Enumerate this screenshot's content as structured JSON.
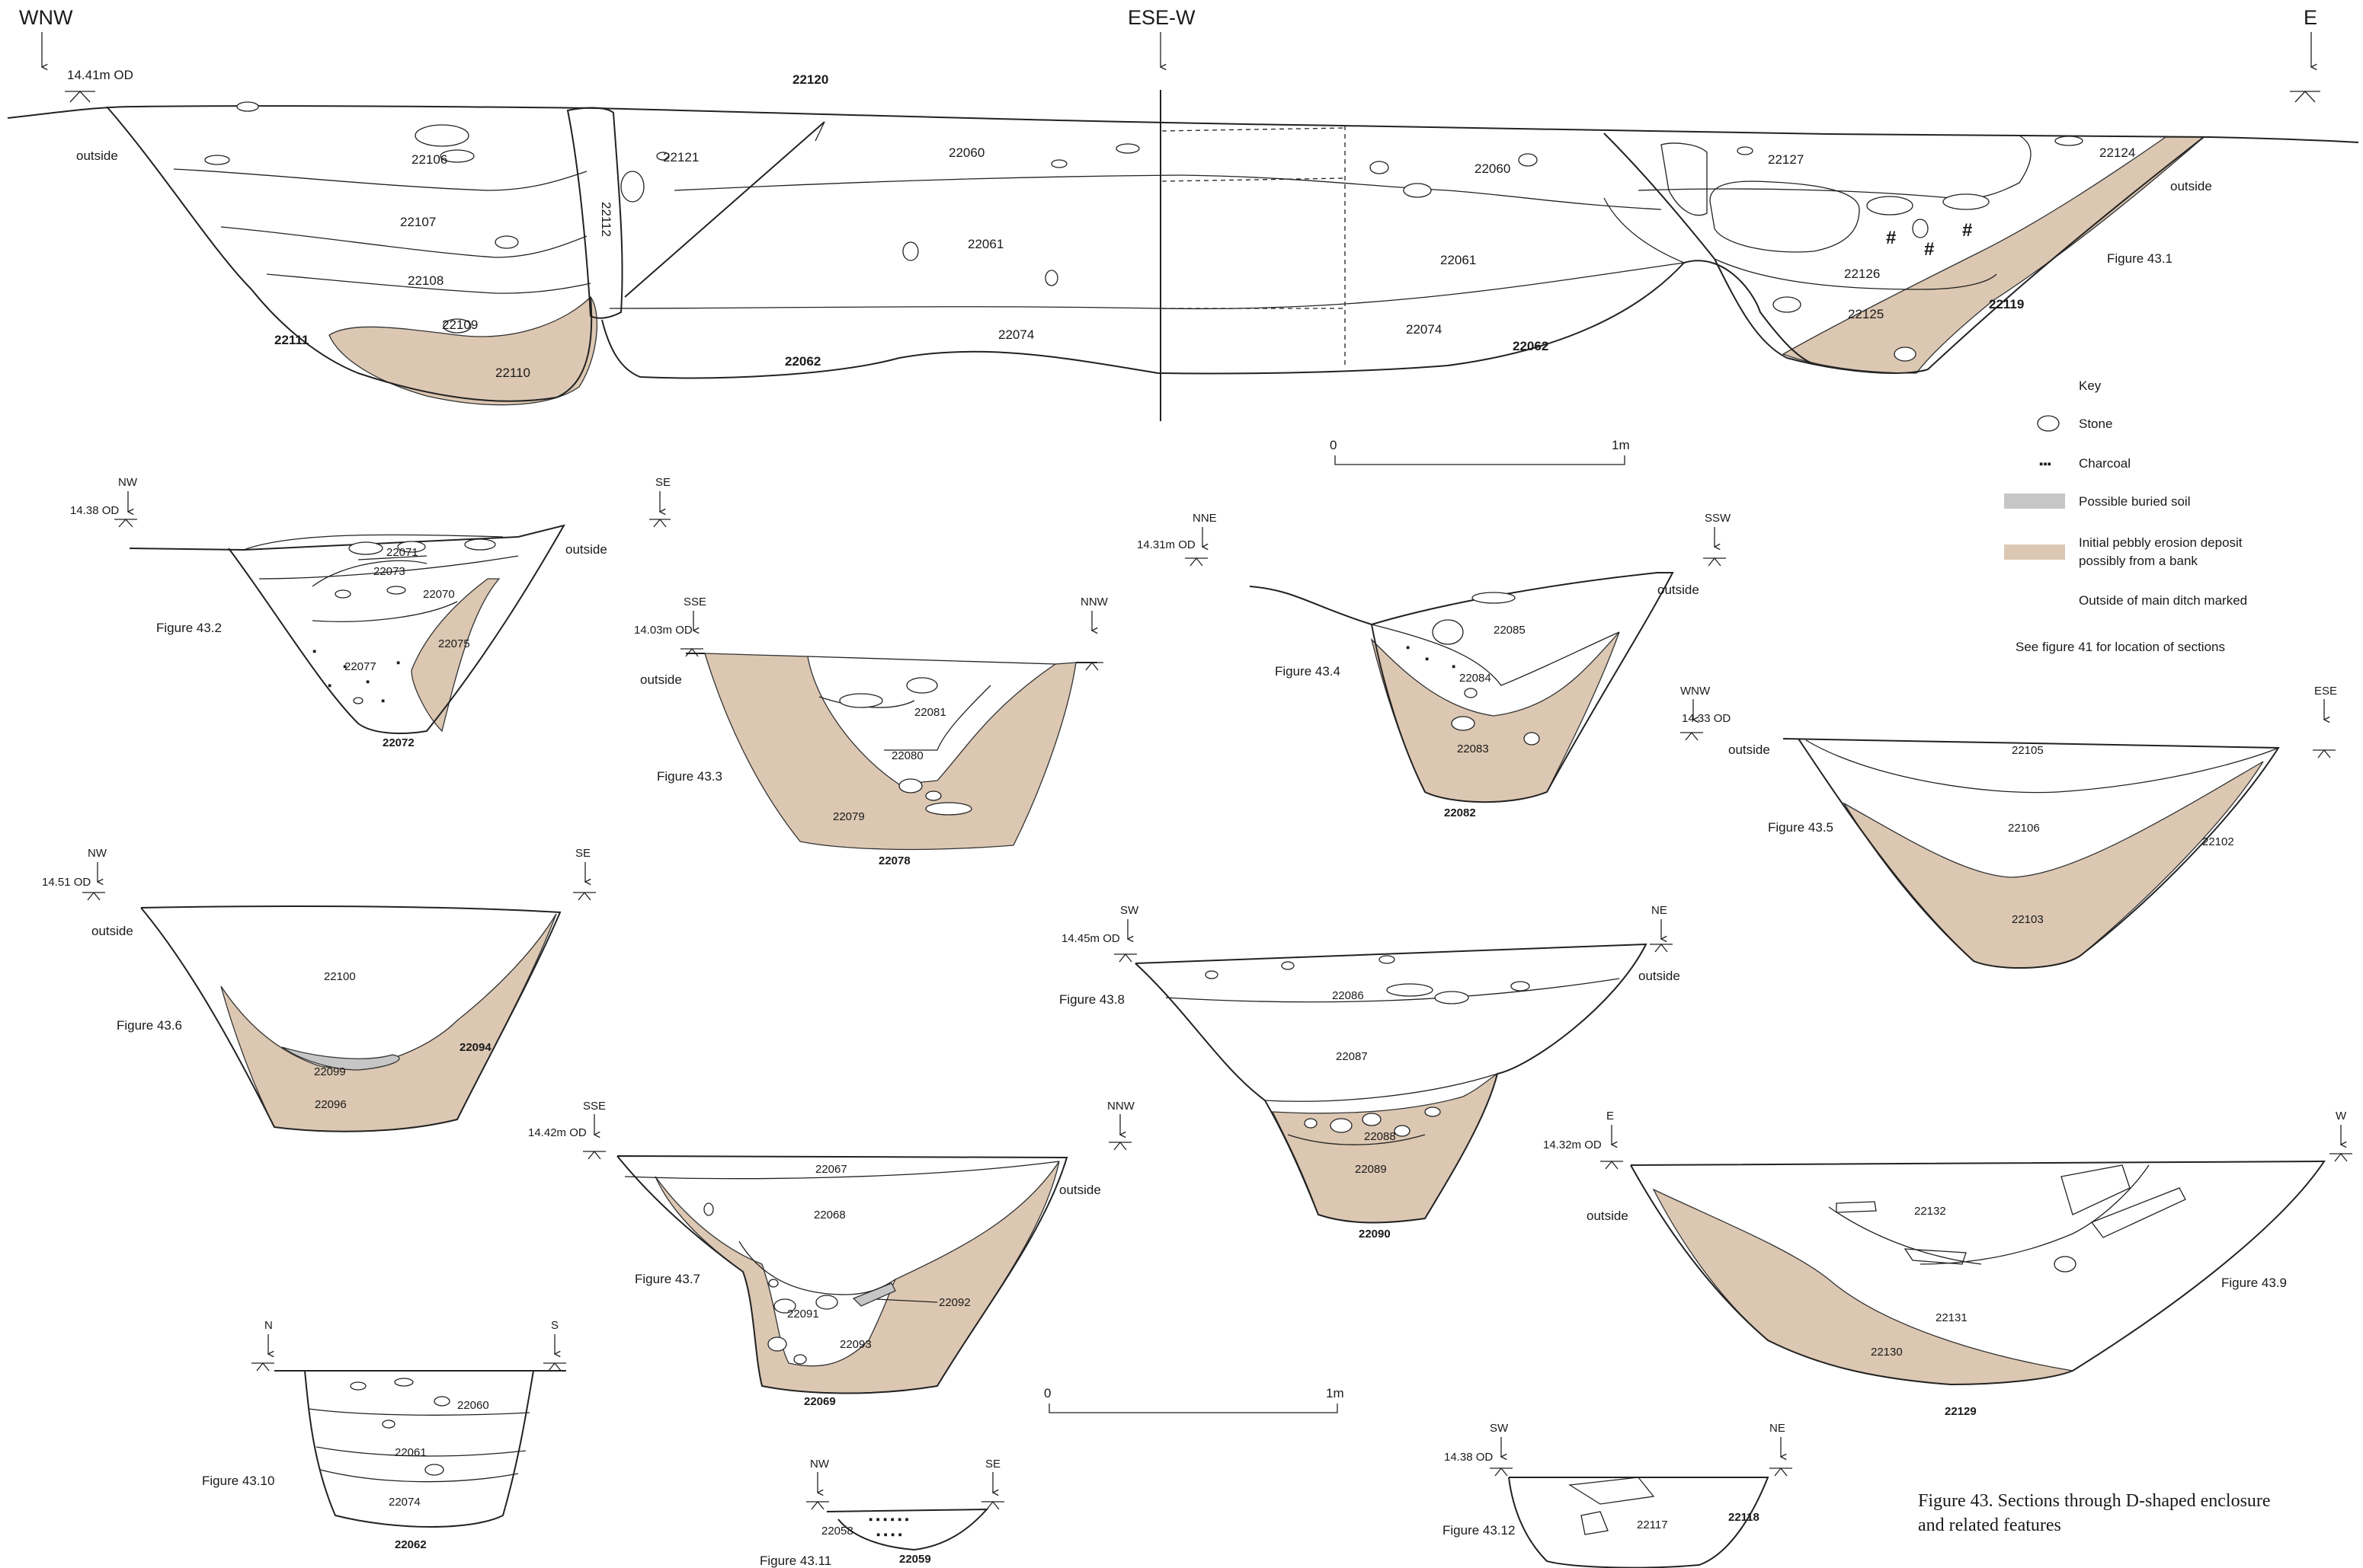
{
  "colors": {
    "erosion": "#dcc7b2",
    "buried_soil": "#c6c6c6",
    "line": "#222222",
    "background": "#ffffff"
  },
  "main": {
    "dir_left": "WNW",
    "dir_mid": "ESE-W",
    "dir_right": "E",
    "od": "14.41m OD",
    "outside_left": "outside",
    "outside_right": "outside",
    "fig_label": "Figure 43.1",
    "contexts": [
      "22106",
      "22107",
      "22108",
      "22109",
      "22110",
      "22112",
      "22121",
      "22060",
      "22061",
      "22074",
      "22060",
      "22061",
      "22074",
      "22127",
      "22126",
      "22125",
      "22124"
    ],
    "cuts": [
      "22111",
      "22120",
      "22062",
      "22062",
      "22119"
    ],
    "scale": {
      "start": "0",
      "end": "1m"
    }
  },
  "key": {
    "title": "Key",
    "stone": "Stone",
    "charcoal": "Charcoal",
    "buried_soil": "Possible buried soil",
    "erosion_1": "Initial pebbly erosion deposit",
    "erosion_2": "possibly from a bank",
    "outside_note": "Outside of main ditch marked",
    "see_note": "See figure 41 for location of sections"
  },
  "f2": {
    "left": "NW",
    "right": "SE",
    "od": "14.38 OD",
    "label": "Figure 43.2",
    "outside": "outside",
    "contexts": [
      "22071",
      "22073",
      "22070",
      "22077",
      "22075"
    ],
    "cut": "22072"
  },
  "f3": {
    "left": "SSE",
    "right": "NNW",
    "od": "14.03m OD",
    "label": "Figure 43.3",
    "outside": "outside",
    "contexts": [
      "22081",
      "22080",
      "22079"
    ],
    "cut": "22078"
  },
  "f4": {
    "left": "NNE",
    "right": "SSW",
    "od": "14.31m OD",
    "label": "Figure 43.4",
    "outside": "outside",
    "contexts": [
      "22085",
      "22084",
      "22083"
    ],
    "cut": "22082"
  },
  "f5": {
    "left": "WNW",
    "right": "ESE",
    "od": "14.33 OD",
    "label": "Figure 43.5",
    "outside": "outside",
    "contexts": [
      "22105",
      "22106",
      "22102",
      "22103"
    ]
  },
  "f6": {
    "left": "NW",
    "right": "SE",
    "od": "14.51 OD",
    "label": "Figure 43.6",
    "outside": "outside",
    "contexts": [
      "22100",
      "22099",
      "22096"
    ],
    "cut": "22094"
  },
  "f7": {
    "left": "SSE",
    "right": "NNW",
    "od": "14.42m OD",
    "label": "Figure 43.7",
    "outside": "outside",
    "contexts": [
      "22067",
      "22068",
      "22091",
      "22092",
      "22093"
    ],
    "cut": "22069"
  },
  "f8": {
    "left": "SW",
    "right": "NE",
    "od": "14.45m OD",
    "label": "Figure 43.8",
    "outside": "outside",
    "contexts": [
      "22086",
      "22087",
      "22088",
      "22089"
    ],
    "cut": "22090"
  },
  "f9": {
    "left": "E",
    "right": "W",
    "od": "14.32m OD",
    "label": "Figure 43.9",
    "outside": "outside",
    "contexts": [
      "22132",
      "22131",
      "22130"
    ],
    "cut": "22129"
  },
  "f10": {
    "left": "N",
    "right": "S",
    "label": "Figure 43.10",
    "contexts": [
      "22060",
      "22061",
      "22074"
    ],
    "cut": "22062"
  },
  "f11": {
    "left": "NW",
    "right": "SE",
    "label": "Figure 43.11",
    "contexts": [
      "22058"
    ],
    "cut": "22059"
  },
  "f12": {
    "left": "SW",
    "right": "NE",
    "od": "14.38 OD",
    "label": "Figure 43.12",
    "contexts": [
      "22117"
    ],
    "cut": "22118"
  },
  "scale2": {
    "start": "0",
    "end": "1m"
  },
  "caption": {
    "line1": "Figure 43. Sections through D-shaped enclosure",
    "line2": "and related features"
  }
}
